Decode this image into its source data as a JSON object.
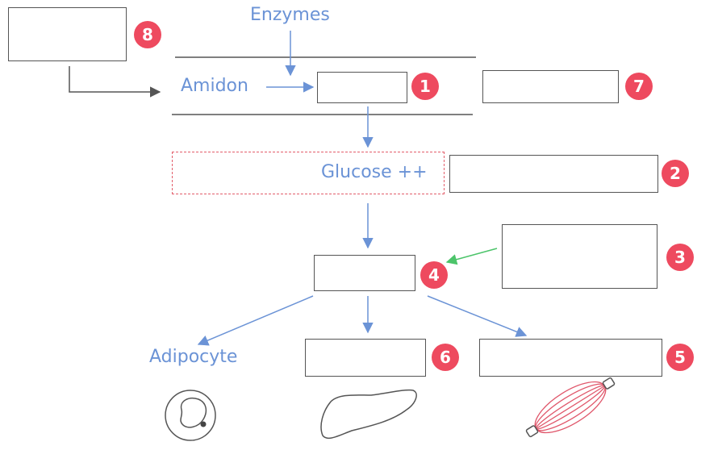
{
  "labels": {
    "enzymes": "Enzymes",
    "amidon": "Amidon",
    "glucose": "Glucose ++",
    "adipocyte": "Adipocyte"
  },
  "badges": [
    "1",
    "2",
    "3",
    "4",
    "5",
    "6",
    "7",
    "8"
  ],
  "colors": {
    "label_blue": "#6b93d6",
    "arrow_blue": "#6b93d6",
    "arrow_green": "#4cc46a",
    "arrow_gray": "#555555",
    "badge_red": "#ee4a5f",
    "dashed_red": "#e35d6a",
    "muscle_red": "#e0576b"
  },
  "icons": [
    "adipocyte-cell-icon",
    "liver-icon",
    "muscle-icon"
  ]
}
